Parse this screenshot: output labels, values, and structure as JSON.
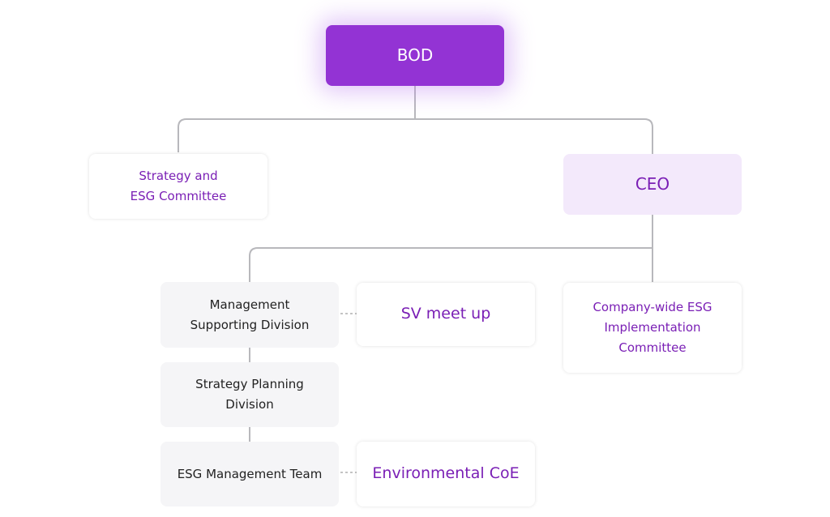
{
  "nodes": {
    "bod": "BOD",
    "strategy_committee_line1": "Strategy and",
    "strategy_committee_line2": "ESG Committee",
    "ceo": "CEO",
    "mgmt_support_line1": "Management",
    "mgmt_support_line2": "Supporting Division",
    "sv_meetup": "SV meet up",
    "company_wide_line1": "Company-wide ESG",
    "company_wide_line2": "Implementation",
    "company_wide_line3": "Committee",
    "strategy_planning_line1": "Strategy Planning",
    "strategy_planning_line2": "Division",
    "esg_mgmt_team": "ESG Management Team",
    "environmental_coe": "Environmental CoE"
  },
  "colors": {
    "primary_purple": "#9333d4",
    "text_purple": "#7a1fb5",
    "ceo_bg": "#f3e9fb",
    "grey_box": "#f5f5f7",
    "connector": "#b8b8bc"
  }
}
